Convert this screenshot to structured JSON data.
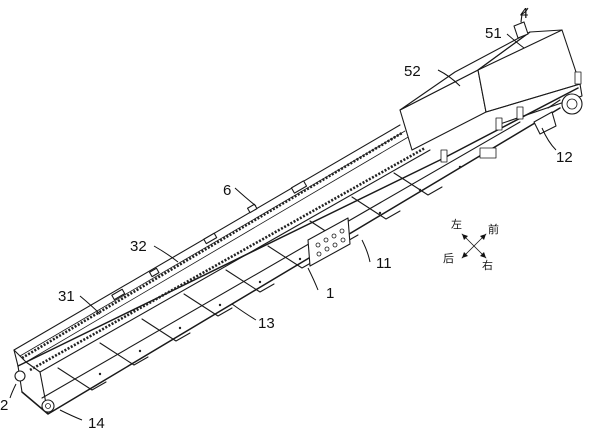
{
  "figure": {
    "labels": {
      "num_1": "1",
      "num_2": "2",
      "num_4": "4",
      "num_6": "6",
      "num_11": "11",
      "num_12": "12",
      "num_13": "13",
      "num_14": "14",
      "num_31": "31",
      "num_32": "32",
      "num_51": "51",
      "num_52": "52"
    },
    "directions": {
      "left": "左",
      "front": "前",
      "back": "后",
      "right": "右"
    }
  }
}
